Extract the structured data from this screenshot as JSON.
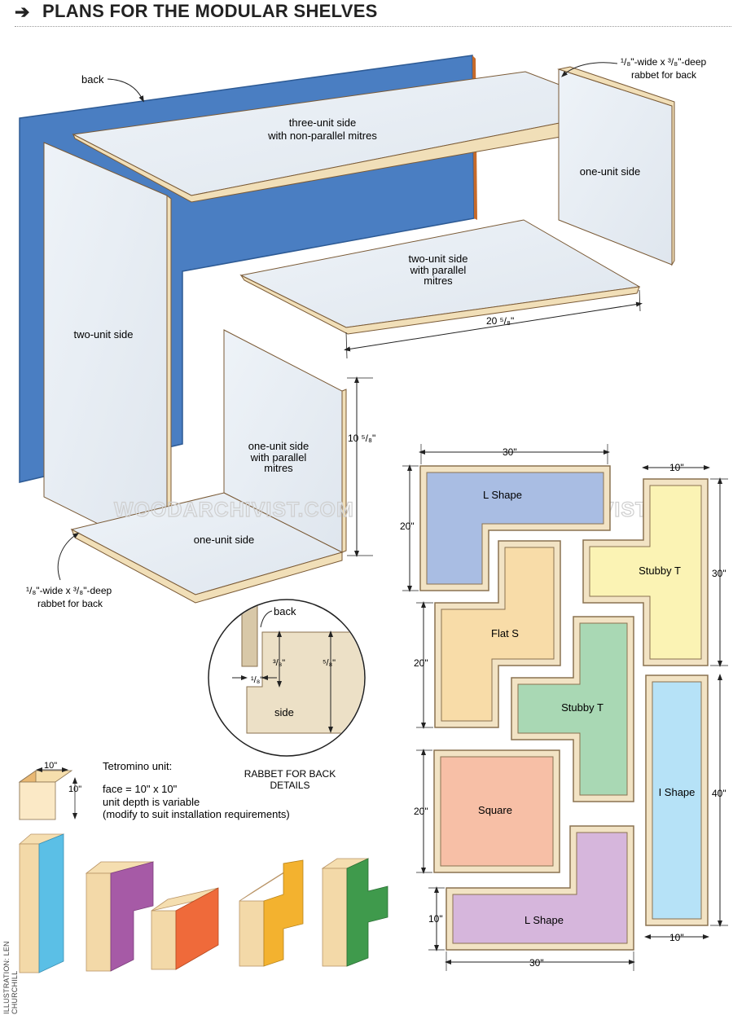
{
  "header": {
    "title": "PLANS FOR THE MODULAR SHELVES"
  },
  "labels": {
    "back": "back",
    "rabbet_top_1": "¹/₈\"-wide x ³/₈\"-deep",
    "rabbet_top_2": "rabbet for back",
    "three_unit_1": "three-unit side",
    "three_unit_2": "with non-parallel mitres",
    "one_unit_right": "one-unit side",
    "two_unit_par_1": "two-unit side",
    "two_unit_par_2": "with parallel",
    "two_unit_par_3": "mitres",
    "dim_20_5_8": "20 ⁵/₈\"",
    "two_unit_left": "two-unit side",
    "dim_10_5_8": "10 ⁵/₈\"",
    "one_unit_par_1": "one-unit side",
    "one_unit_par_2": "with parallel",
    "one_unit_par_3": "mitres",
    "one_unit_bottom": "one-unit side",
    "rabbet_bot_1": "¹/₈\"-wide x ³/₈\"-deep",
    "rabbet_bot_2": "rabbet for back",
    "detail_back": "back",
    "detail_3_8": "³/₈\"",
    "detail_5_8": "⁵/₈\"",
    "detail_1_8": "¹/₈\"",
    "detail_side": "side",
    "detail_title_1": "RABBET FOR BACK",
    "detail_title_2": "DETAILS",
    "watermark": "WOODARCHIVIST.COM"
  },
  "tetromino": {
    "unit_title": "Tetromino unit:",
    "dim_w": "10\"",
    "dim_h": "10\"",
    "face": "face = 10\" x 10\"",
    "depth": "unit depth is variable",
    "note": "(modify to suit installation requirements)"
  },
  "layout_plan": {
    "pieces": [
      {
        "name": "L Shape",
        "color": "#a9bde3"
      },
      {
        "name": "Stubby T",
        "color": "#fbf3b4"
      },
      {
        "name": "Flat S",
        "color": "#f8dca8"
      },
      {
        "name": "Stubby T",
        "color": "#a9d8b4"
      },
      {
        "name": "I Shape",
        "color": "#b6e2f7"
      },
      {
        "name": "Square",
        "color": "#f7bfa6"
      },
      {
        "name": "L Shape",
        "color": "#d6b6dc"
      }
    ],
    "dims": {
      "top_30": "30\"",
      "left_20_a": "20\"",
      "right_10": "10\"",
      "right_30": "30\"",
      "left_20_b": "20\"",
      "right_40": "40\"",
      "left_20_c": "20\"",
      "left_10": "10\"",
      "bottom_10": "10\"",
      "bottom_30": "30\""
    }
  },
  "block_colors": [
    "#5bbfe6",
    "#a65aa6",
    "#ef6a3a",
    "#f3b22f",
    "#3f9a4c"
  ],
  "credit": "ILLUSTRATION: LEN CHURCHILL"
}
